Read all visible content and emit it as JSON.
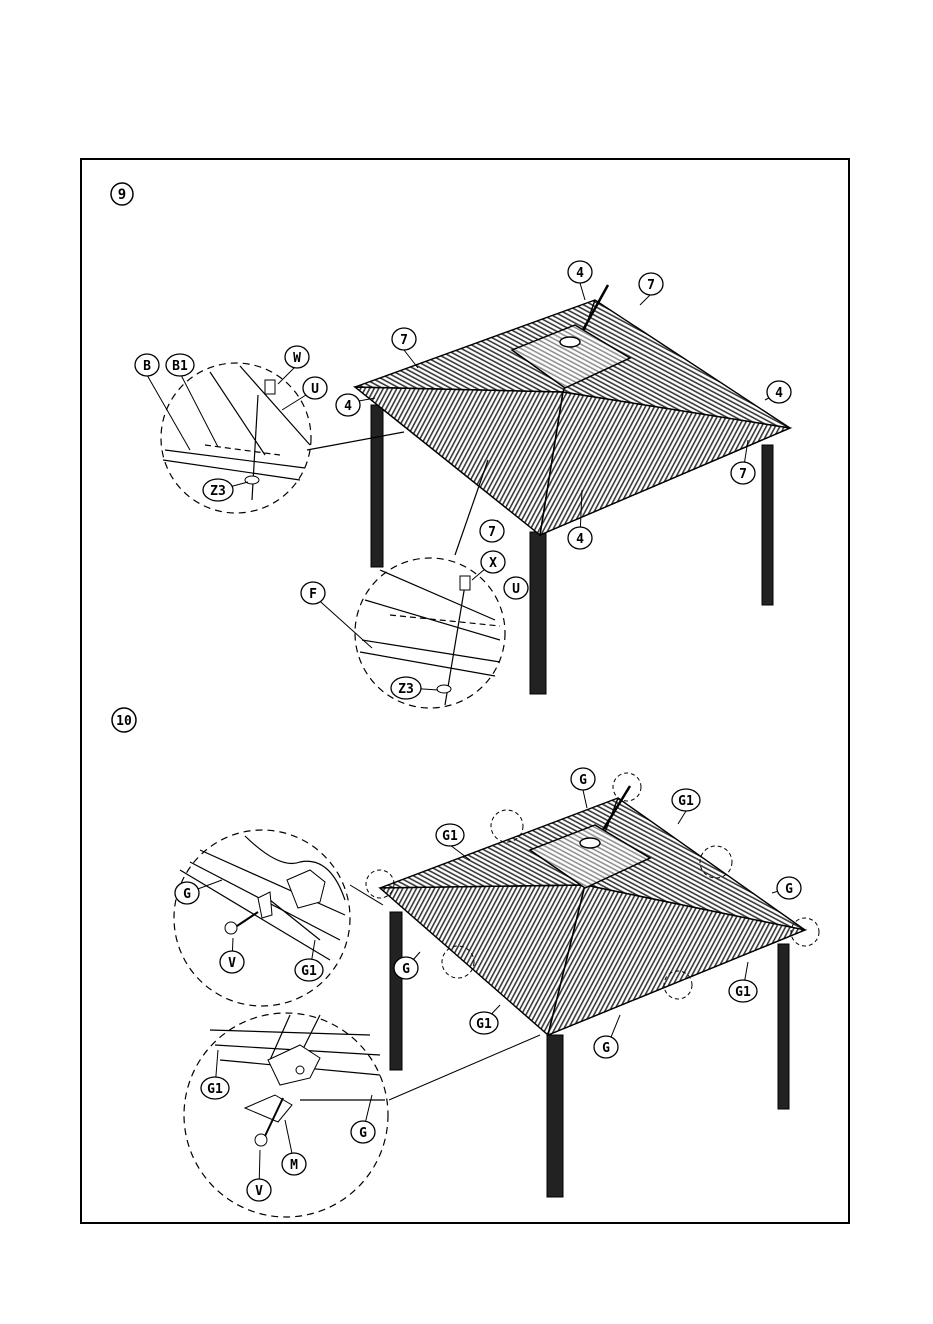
{
  "steps": [
    {
      "number": "9",
      "callouts": [
        {
          "id": "c9-4a",
          "text": "4"
        },
        {
          "id": "c9-7a",
          "text": "7"
        },
        {
          "id": "c9-7b",
          "text": "7"
        },
        {
          "id": "c9-4b",
          "text": "4"
        },
        {
          "id": "c9-4c",
          "text": "4"
        },
        {
          "id": "c9-7c",
          "text": "7"
        },
        {
          "id": "c9-7d",
          "text": "7"
        },
        {
          "id": "c9-4d",
          "text": "4"
        },
        {
          "id": "c9-B",
          "text": "B"
        },
        {
          "id": "c9-B1",
          "text": "B1"
        },
        {
          "id": "c9-W",
          "text": "W"
        },
        {
          "id": "c9-U1",
          "text": "U"
        },
        {
          "id": "c9-Z3a",
          "text": "Z3"
        },
        {
          "id": "c9-X",
          "text": "X"
        },
        {
          "id": "c9-U2",
          "text": "U"
        },
        {
          "id": "c9-F",
          "text": "F"
        },
        {
          "id": "c9-Z3b",
          "text": "Z3"
        }
      ]
    },
    {
      "number": "10",
      "callouts": [
        {
          "id": "c10-Ga",
          "text": "G"
        },
        {
          "id": "c10-G1a",
          "text": "G1"
        },
        {
          "id": "c10-G1b",
          "text": "G1"
        },
        {
          "id": "c10-Gb",
          "text": "G"
        },
        {
          "id": "c10-Gc",
          "text": "G"
        },
        {
          "id": "c10-G1c",
          "text": "G1"
        },
        {
          "id": "c10-G1d",
          "text": "G1"
        },
        {
          "id": "c10-Gd",
          "text": "G"
        },
        {
          "id": "c10-Ge",
          "text": "G"
        },
        {
          "id": "c10-V1",
          "text": "V"
        },
        {
          "id": "c10-G1e",
          "text": "G1"
        },
        {
          "id": "c10-G1f",
          "text": "G1"
        },
        {
          "id": "c10-Gf",
          "text": "G"
        },
        {
          "id": "c10-M",
          "text": "M"
        },
        {
          "id": "c10-V2",
          "text": "V"
        }
      ]
    }
  ]
}
